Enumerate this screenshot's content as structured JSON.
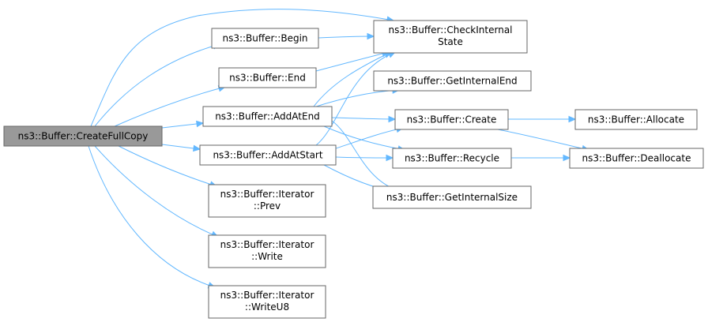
{
  "graph": {
    "nodes": {
      "createfullcopy": {
        "lines": [
          "ns3::Buffer::CreateFullCopy"
        ]
      },
      "begin": {
        "lines": [
          "ns3::Buffer::Begin"
        ]
      },
      "checkinternalstate": {
        "lines": [
          "ns3::Buffer::CheckInternal",
          "State"
        ]
      },
      "end": {
        "lines": [
          "ns3::Buffer::End"
        ]
      },
      "getinternalend": {
        "lines": [
          "ns3::Buffer::GetInternalEnd"
        ]
      },
      "addatend": {
        "lines": [
          "ns3::Buffer::AddAtEnd"
        ]
      },
      "create": {
        "lines": [
          "ns3::Buffer::Create"
        ]
      },
      "allocate": {
        "lines": [
          "ns3::Buffer::Allocate"
        ]
      },
      "addatstart": {
        "lines": [
          "ns3::Buffer::AddAtStart"
        ]
      },
      "recycle": {
        "lines": [
          "ns3::Buffer::Recycle"
        ]
      },
      "deallocate": {
        "lines": [
          "ns3::Buffer::Deallocate"
        ]
      },
      "getinternalsize": {
        "lines": [
          "ns3::Buffer::GetInternalSize"
        ]
      },
      "iteratorprev": {
        "lines": [
          "ns3::Buffer::Iterator",
          "::Prev"
        ]
      },
      "iteratorwrite": {
        "lines": [
          "ns3::Buffer::Iterator",
          "::Write"
        ]
      },
      "iteratorwriteu8": {
        "lines": [
          "ns3::Buffer::Iterator",
          "::WriteU8"
        ]
      }
    },
    "edges": [
      [
        "createfullcopy",
        "checkinternalstate"
      ],
      [
        "createfullcopy",
        "begin"
      ],
      [
        "createfullcopy",
        "end"
      ],
      [
        "createfullcopy",
        "addatend"
      ],
      [
        "createfullcopy",
        "addatstart"
      ],
      [
        "createfullcopy",
        "iteratorprev"
      ],
      [
        "createfullcopy",
        "iteratorwrite"
      ],
      [
        "createfullcopy",
        "iteratorwriteu8"
      ],
      [
        "begin",
        "checkinternalstate"
      ],
      [
        "end",
        "checkinternalstate"
      ],
      [
        "addatend",
        "checkinternalstate"
      ],
      [
        "addatend",
        "getinternalend"
      ],
      [
        "addatend",
        "create"
      ],
      [
        "addatend",
        "recycle"
      ],
      [
        "addatend",
        "getinternalsize"
      ],
      [
        "addatstart",
        "checkinternalstate"
      ],
      [
        "addatstart",
        "create"
      ],
      [
        "addatstart",
        "recycle"
      ],
      [
        "addatstart",
        "getinternalsize"
      ],
      [
        "create",
        "allocate"
      ],
      [
        "create",
        "deallocate"
      ],
      [
        "recycle",
        "deallocate"
      ]
    ],
    "colors": {
      "edge": "#63b8ff",
      "root_fill": "#999999",
      "node_fill": "#ffffff",
      "border": "#666666"
    }
  }
}
